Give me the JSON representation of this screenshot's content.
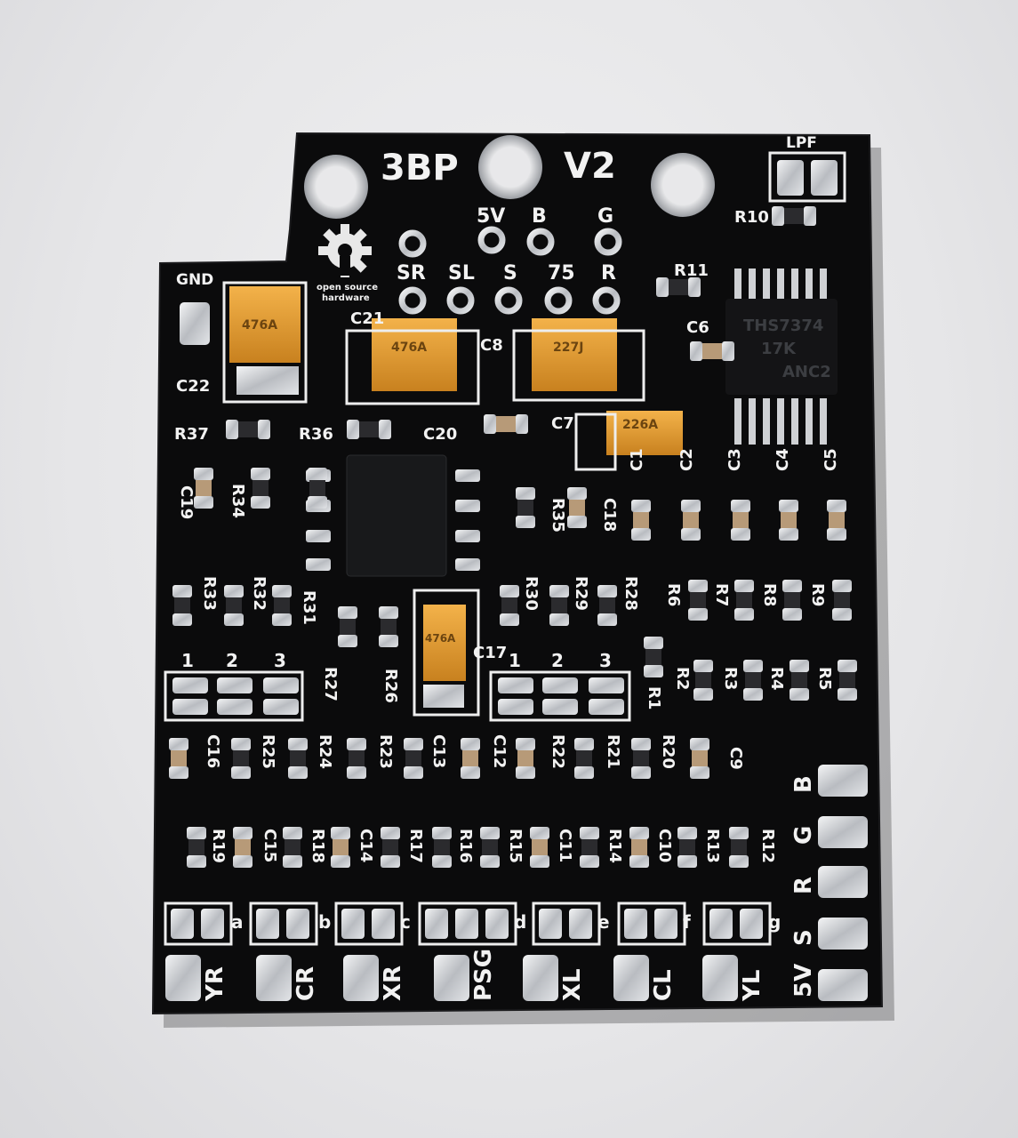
{
  "board": {
    "title_left": "3BP",
    "title_right": "V2",
    "oshw_line1": "open source",
    "oshw_line2": "hardware",
    "chip_marking": [
      "THS7374",
      "17K",
      "ANC2"
    ],
    "cap_markings": [
      "476A",
      "476A",
      "227J",
      "226A",
      "476A"
    ]
  },
  "labels": {
    "top_pins": [
      "5V",
      "B",
      "G",
      "SR",
      "SL",
      "S",
      "75",
      "R"
    ],
    "power": [
      "GND",
      "LPF"
    ],
    "refs": [
      "C22",
      "C21",
      "C8",
      "C6",
      "C7",
      "C20",
      "R37",
      "R36",
      "R10",
      "R11",
      "C19",
      "R34",
      "R35",
      "C18",
      "C1",
      "C2",
      "C3",
      "C4",
      "C5",
      "R33",
      "R32",
      "R31",
      "R30",
      "R29",
      "R28",
      "R6",
      "R7",
      "R8",
      "R9",
      "R27",
      "R26",
      "R1",
      "R2",
      "R3",
      "R4",
      "R5",
      "C17",
      "C16",
      "R25",
      "R24",
      "R23",
      "C13",
      "C12",
      "R22",
      "R21",
      "R20",
      "C9",
      "R19",
      "C15",
      "R18",
      "C14",
      "R17",
      "R16",
      "R15",
      "C11",
      "R14",
      "C10",
      "R13",
      "R12"
    ],
    "jumper_nums": [
      "1",
      "2",
      "3",
      "1",
      "2",
      "3"
    ],
    "jumper_letters": [
      "a",
      "b",
      "c",
      "d",
      "e",
      "f",
      "g"
    ],
    "bottom_pads": [
      "YR",
      "CR",
      "XR",
      "PSG",
      "XL",
      "CL",
      "YL"
    ],
    "right_pads": [
      "B",
      "G",
      "R",
      "S",
      "5V"
    ]
  },
  "colors": {
    "pcb": "#0b0b0c",
    "silkscreen": "#f2f2f2",
    "tin": "#c9ccd0",
    "tantalum": "#e09a2a",
    "background": "#e8e8ea"
  }
}
